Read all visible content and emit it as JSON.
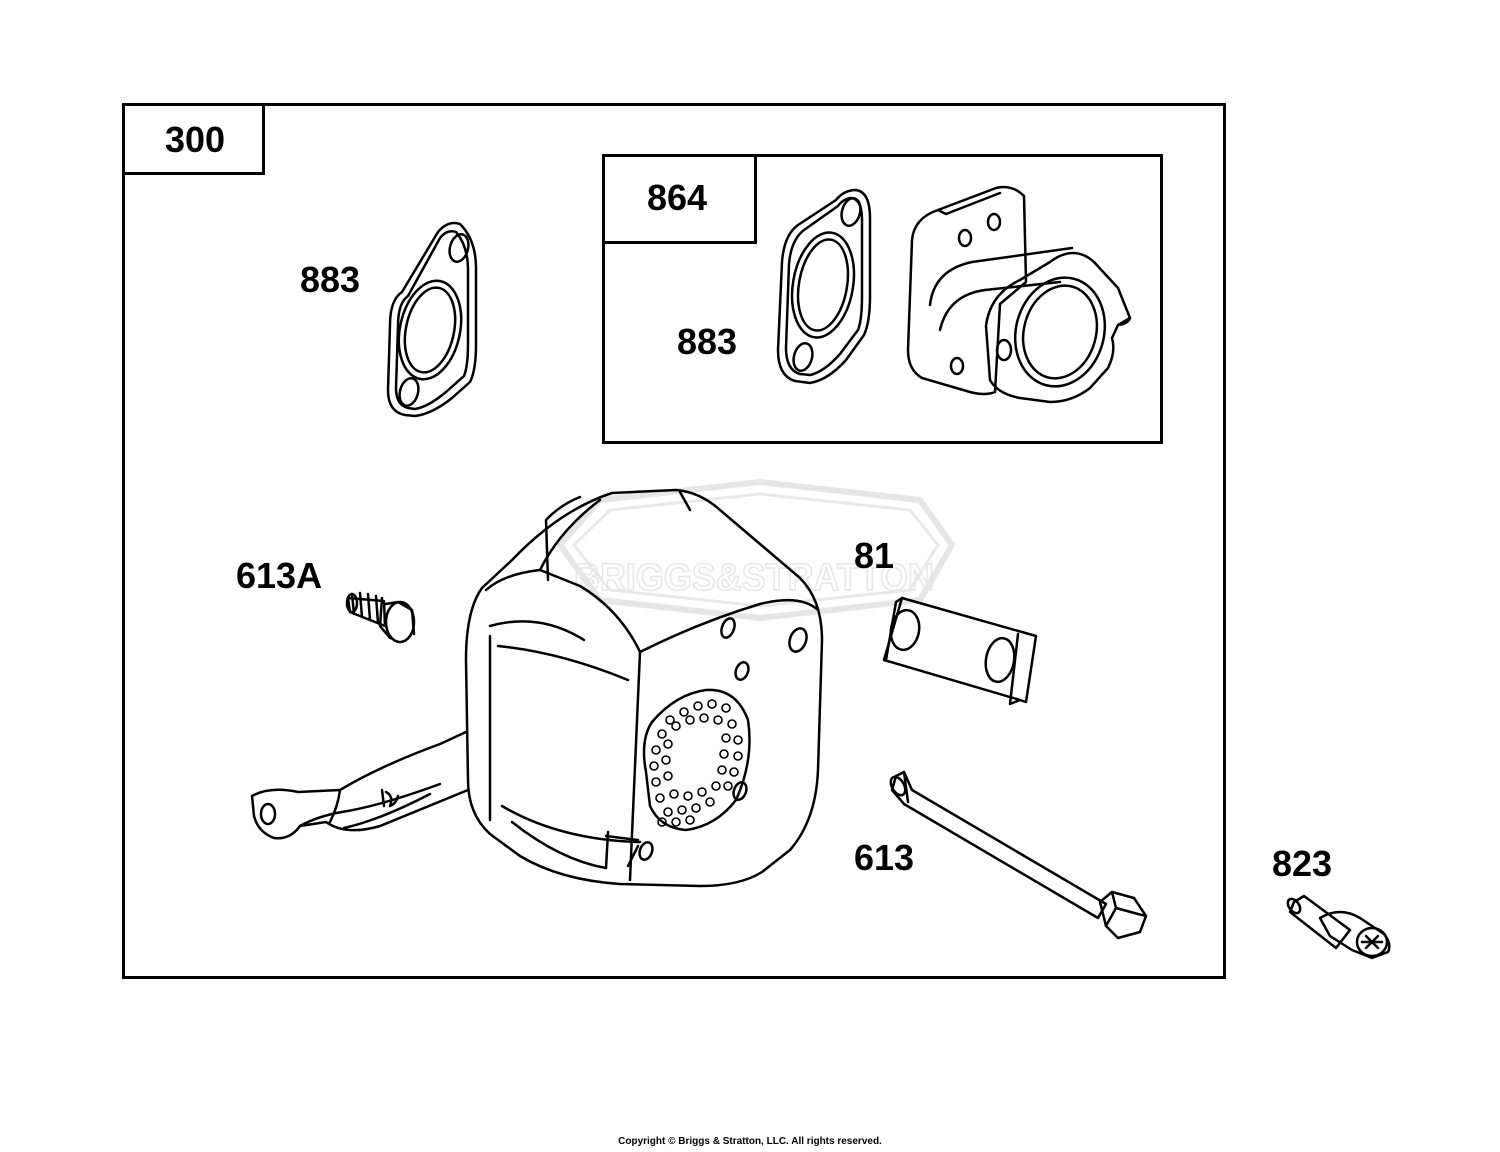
{
  "assembly": {
    "number": "300",
    "subassembly": {
      "number": "864"
    }
  },
  "callouts": {
    "gasket_outer": "883",
    "gasket_inner": "883",
    "screw_613a": "613A",
    "guard_81": "81",
    "bolt_613": "613",
    "screw_823": "823"
  },
  "watermark": {
    "text": "BRIGGS&STRATTON"
  },
  "footer": {
    "copyright": "Copyright © Briggs & Stratton, LLC. All rights reserved."
  }
}
